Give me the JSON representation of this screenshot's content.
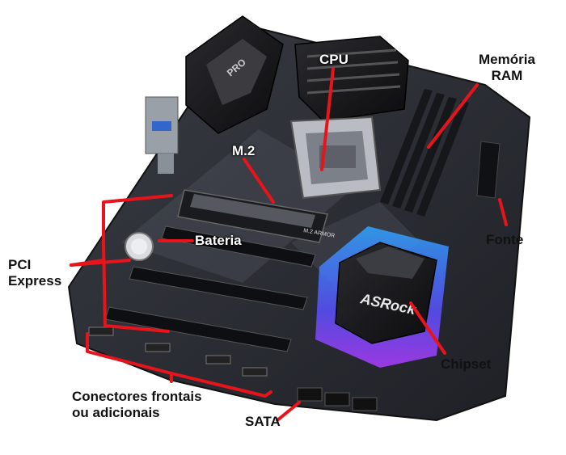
{
  "labels": {
    "cpu": "CPU",
    "ram": "Memória\nRAM",
    "m2": "M.2",
    "bateria": "Bateria",
    "fonte": "Fonte",
    "pci": "PCI\nExpress",
    "chipset": "Chipset",
    "conectores": "Conectores frontais\nou adicionais",
    "sata": "SATA"
  },
  "logo_text": "ASRock",
  "colors": {
    "pointer": "#e8141b",
    "board": "#2a2c33",
    "chipset_glow": "#3aa0ff",
    "chipset_glow_2": "#a040ff"
  }
}
